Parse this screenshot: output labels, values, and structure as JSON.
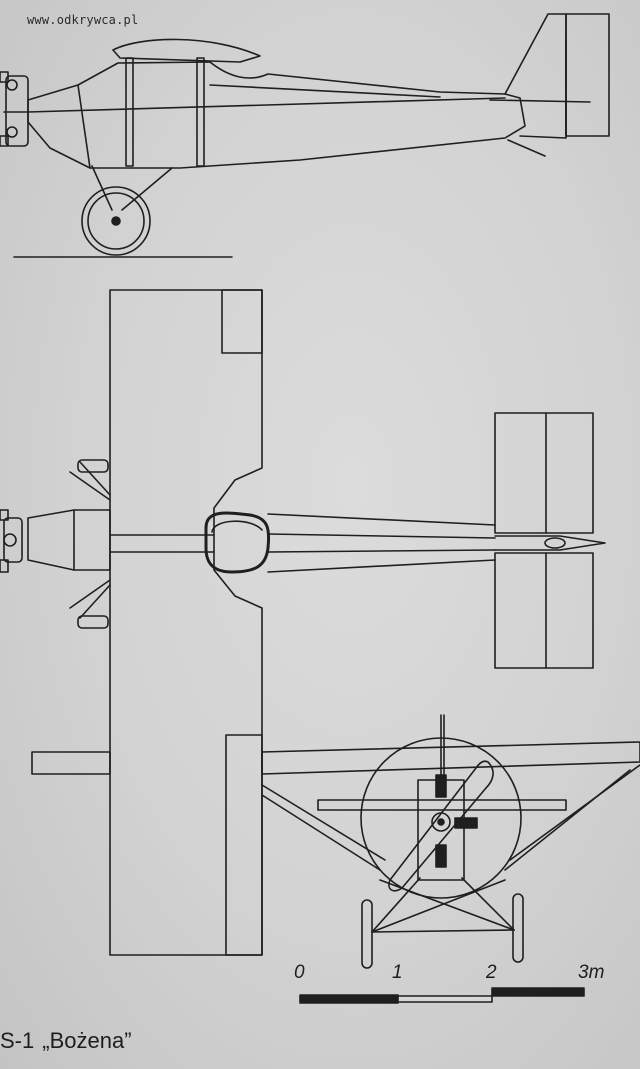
{
  "watermark": "www.odkrywca.pl",
  "caption": {
    "prefix": "S-1",
    "name": "„Bożena”"
  },
  "scale_bar": {
    "ticks": [
      "0",
      "1",
      "2"
    ],
    "end_label": "3m"
  },
  "colors": {
    "paper": "#d2d2d2",
    "ink": "#1f1f1f"
  }
}
